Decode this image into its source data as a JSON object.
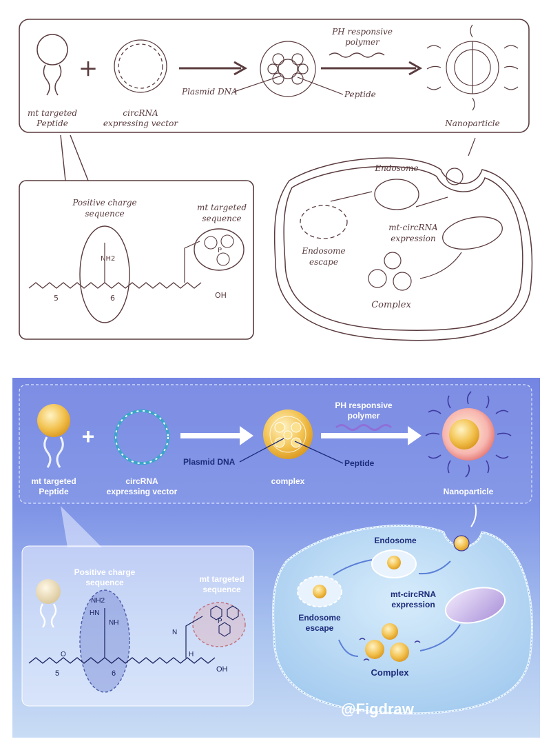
{
  "sketch": {
    "peptide_label_1": "mt targeted",
    "peptide_label_2": "Peptide",
    "plus": "+",
    "vector_label_1": "circRNA",
    "vector_label_2": "expressing vector",
    "polymer_label_1": "PH responsive",
    "polymer_label_2": "polymer",
    "plasmid_label": "Plasmid DNA",
    "peptide_pointer": "Peptide",
    "nanoparticle_label": "Nanoparticle",
    "endosome_label": "Endosome",
    "endosome_escape_1": "Endosome",
    "endosome_escape_2": "escape",
    "expression_1": "mt-circRNA",
    "expression_2": "expression",
    "complex_label": "Complex",
    "positive_charge_1": "Positive charge",
    "positive_charge_2": "sequence",
    "mt_seq_1": "mt targeted",
    "mt_seq_2": "sequence",
    "chem_5": "5",
    "chem_6": "6",
    "chem_oh": "OH",
    "chem_p": "P",
    "chem_nh2": "NH2"
  },
  "render": {
    "peptide_label_1": "mt targeted",
    "peptide_label_2": "Peptide",
    "plus": "+",
    "vector_label_1": "circRNA",
    "vector_label_2": "expressing vector",
    "polymer_label_1": "PH responsive",
    "polymer_label_2": "polymer",
    "plasmid_label": "Plasmid DNA",
    "peptide_pointer": "Peptide",
    "complex_center_label": "complex",
    "nanoparticle_label": "Nanoparticle",
    "endosome_label": "Endosome",
    "endosome_escape_1": "Endosome",
    "endosome_escape_2": "escape",
    "expression_1": "mt-circRNA",
    "expression_2": "expression",
    "complex_label": "Complex",
    "positive_charge_1": "Positive charge",
    "positive_charge_2": "sequence",
    "mt_seq_1": "mt targeted",
    "mt_seq_2": "sequence",
    "chem_5": "5",
    "chem_6": "6",
    "chem_oh": "OH",
    "chem_p": "P",
    "chem_nh2": "NH2",
    "chem_nh": "NH",
    "chem_hn": "HN",
    "chem_o": "O",
    "chem_n": "N",
    "chem_h": "H",
    "watermark": "@Figdraw"
  },
  "colors": {
    "sketch_ink": "#5a3b3e",
    "render_bg_top": "#7486e2",
    "render_bg_bottom": "#c9dcf5",
    "gold": "#f2c14e",
    "dna_blue": "#3aa6c9",
    "polymer_purple": "#8f6fd8"
  }
}
